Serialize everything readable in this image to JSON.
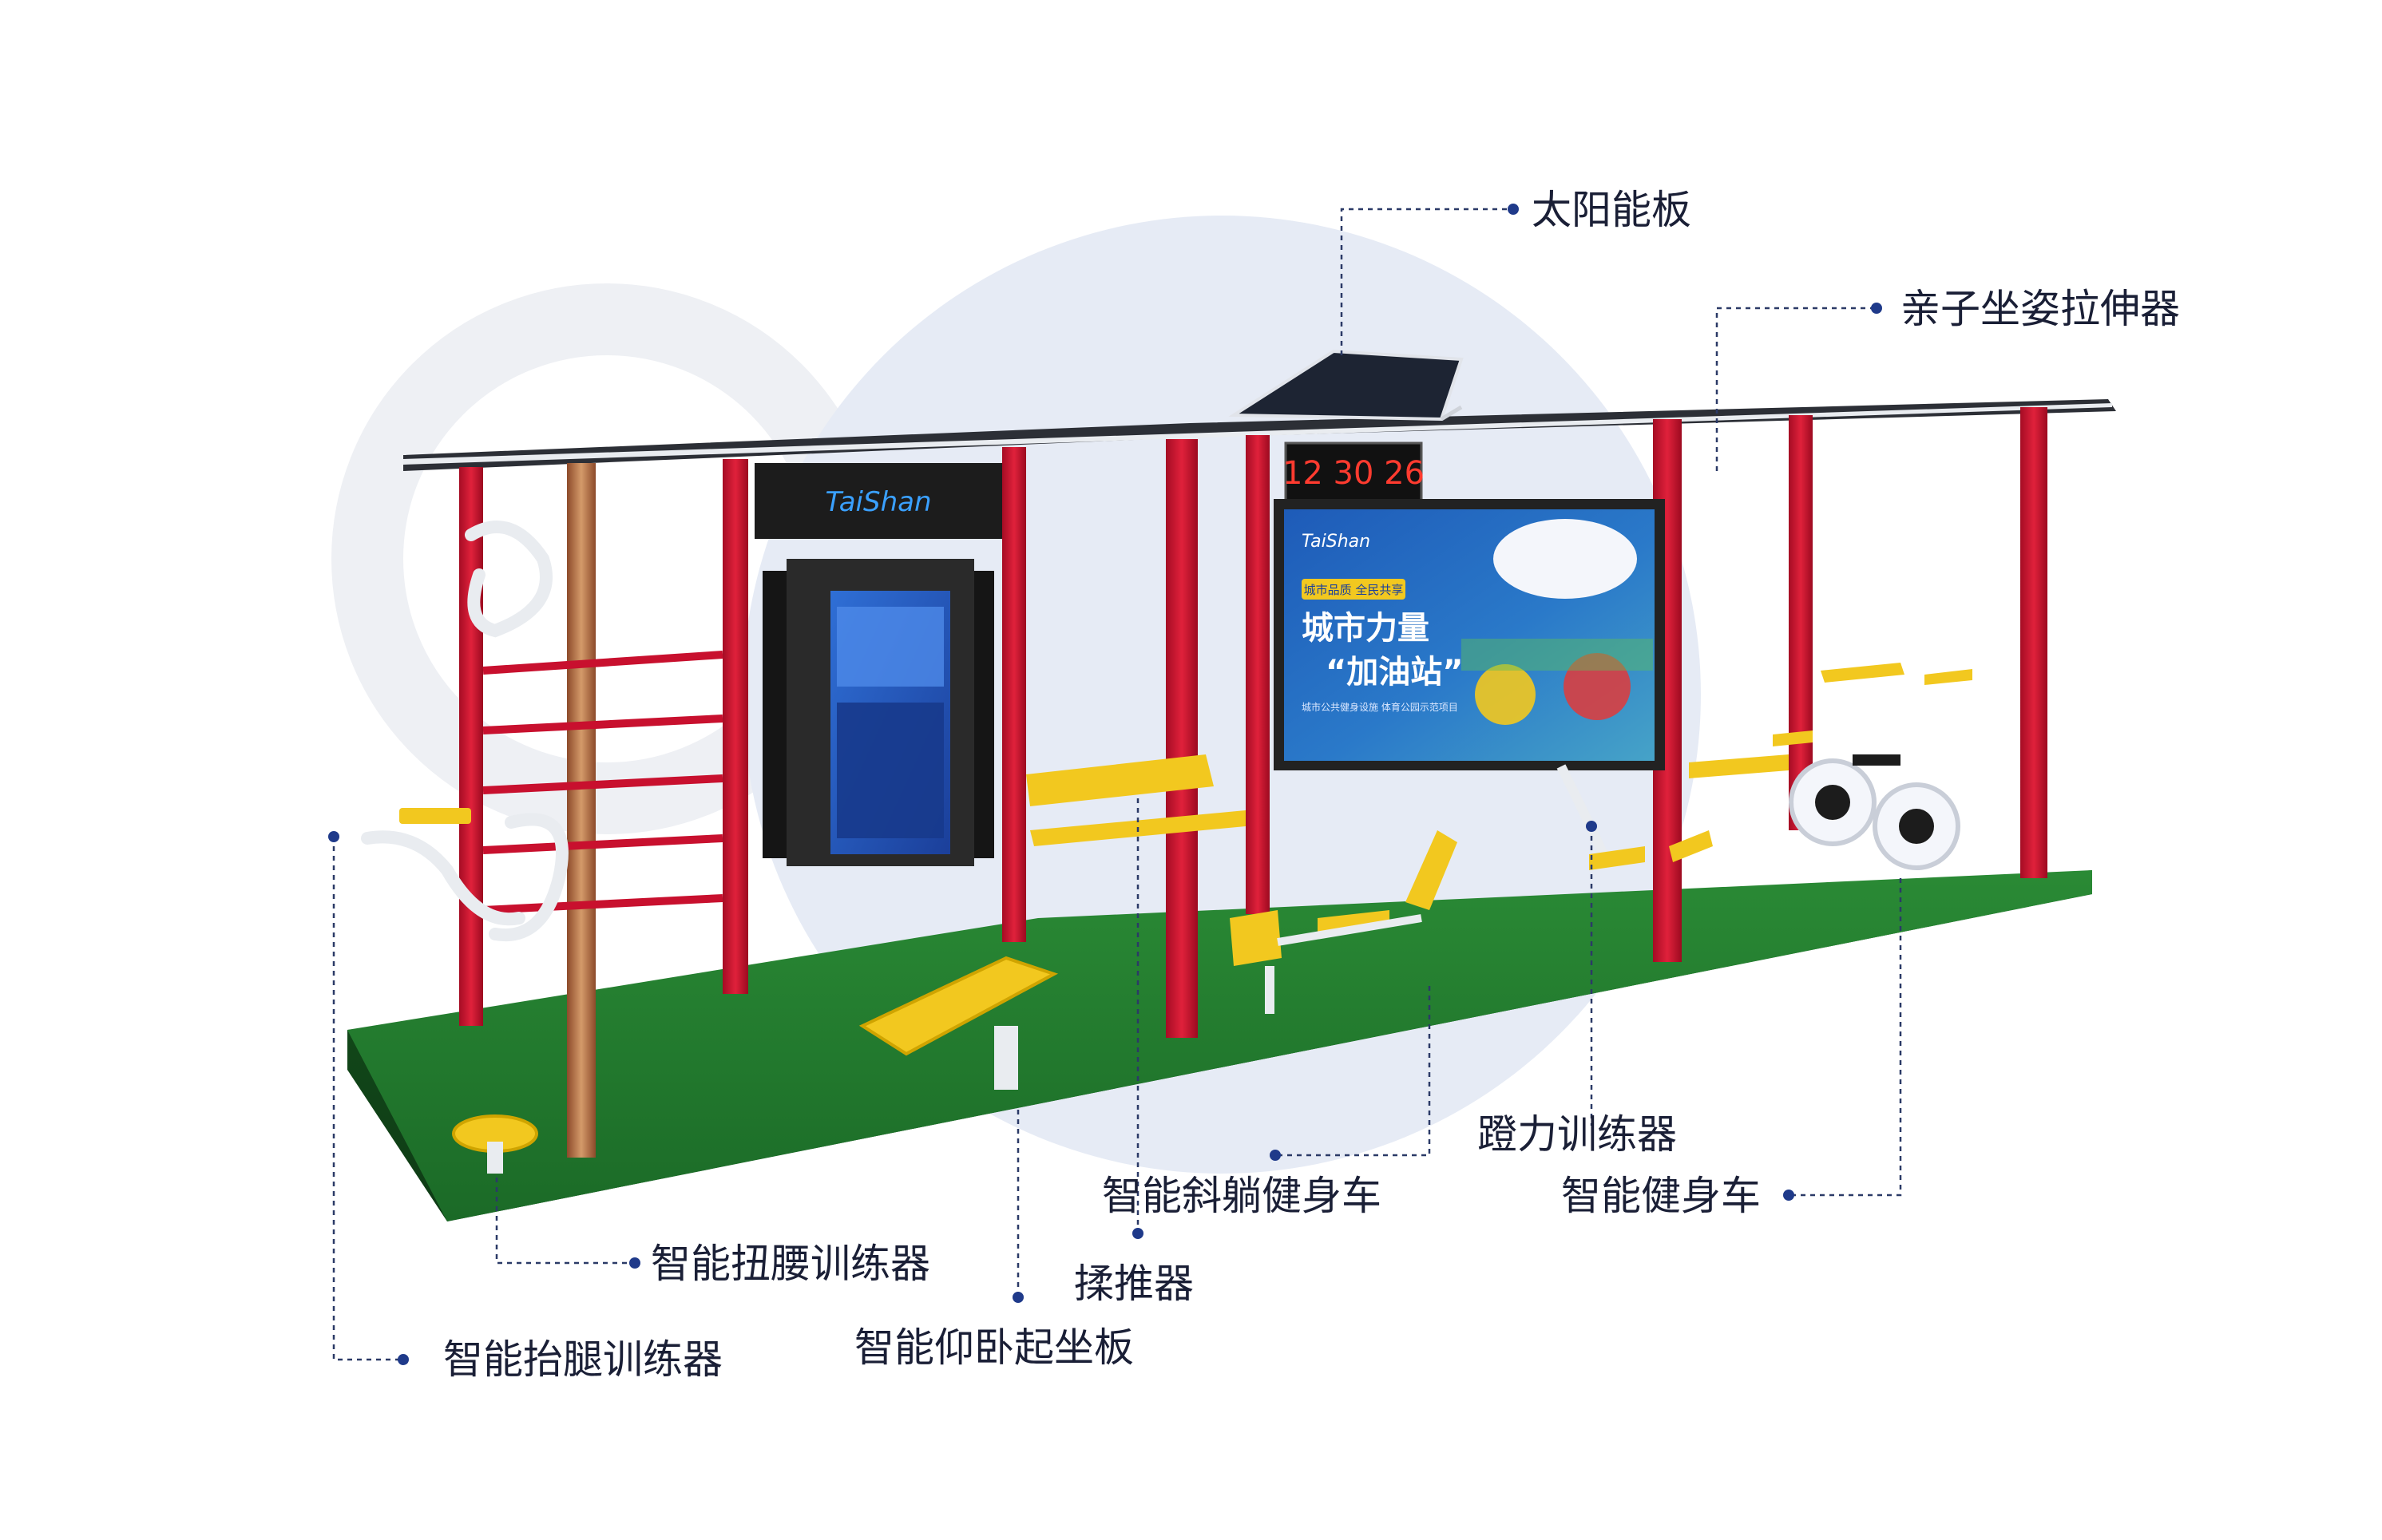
{
  "brand": {
    "logo_text": "TaiShan"
  },
  "clock": {
    "display": "12 30 26"
  },
  "billboard": {
    "logo_text": "TaiShan",
    "tag_text": "城市品质 全民共享",
    "headline_line1": "城市力量",
    "headline_line2": "“加油站”",
    "sub_text": "城市公共健身设施 体育公园示范项目"
  },
  "callouts": [
    {
      "id": "solar-panel",
      "label": "太阳能板"
    },
    {
      "id": "parent-child-stretcher",
      "label": "亲子坐姿拉伸器"
    },
    {
      "id": "pedal-trainer",
      "label": "蹬力训练器"
    },
    {
      "id": "smart-exercise-bike",
      "label": "智能健身车"
    },
    {
      "id": "smart-recumbent-bike",
      "label": "智能斜躺健身车"
    },
    {
      "id": "kneading-pusher",
      "label": "揉推器"
    },
    {
      "id": "smart-situp-board",
      "label": "智能仰卧起坐板"
    },
    {
      "id": "smart-waist-twister",
      "label": "智能扭腰训练器"
    },
    {
      "id": "smart-leg-raise-trainer",
      "label": "智能抬腿训练器"
    }
  ],
  "colors": {
    "accent_dot": "#1f3a8a",
    "leader_line": "#2b3a67",
    "frame_red": "#c8102e",
    "turf_green": "#1e7a2e",
    "equipment_yellow": "#f2c81f",
    "background_circle": "#e6ebf5"
  }
}
